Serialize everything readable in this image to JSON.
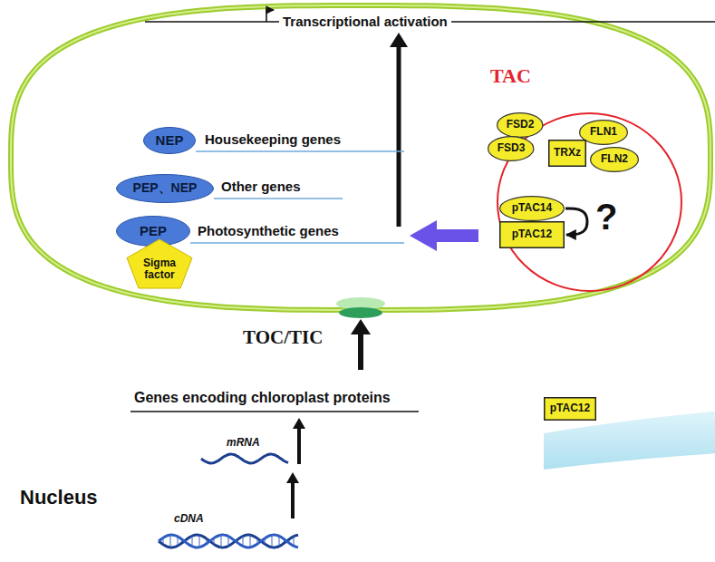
{
  "diagram": {
    "nodes": [
      {
        "text": [
          "TAC"
        ]
      },
      {
        "text": [
          "FSD2"
        ],
        "in": 0
      },
      {
        "text": [
          "FSD3"
        ],
        "in": 0
      },
      {
        "text": [
          "FLN1"
        ],
        "in": 0
      },
      {
        "text": [
          "TRXz"
        ],
        "in": 0
      },
      {
        "text": [
          "FLN2"
        ],
        "in": 0
      },
      {
        "text": [
          "pTAC14"
        ],
        "in": 0
      },
      {
        "text": [
          "pTAC12"
        ],
        "in": 0
      },
      {
        "text": [
          "NEP"
        ]
      },
      {
        "text": [
          "PEP、NEP"
        ]
      },
      {
        "text": [
          "PEP"
        ]
      },
      {
        "text": [
          "Sigma factor"
        ]
      },
      {
        "text": [
          "Genes encoding chloroplast proteins"
        ]
      },
      {
        "text": [
          "pTAC12"
        ],
        "in": 12
      }
    ],
    "edges": [
      {
        "from": 6,
        "to": 7,
        "arrow": "to"
      }
    ],
    "labels": [
      "Transcriptional activation",
      "Housekeeping genes",
      "Other genes",
      "Photosynthetic genes",
      "?",
      "TOC/TIC",
      "mRNA",
      "cDNA",
      "Nucleus"
    ]
  }
}
